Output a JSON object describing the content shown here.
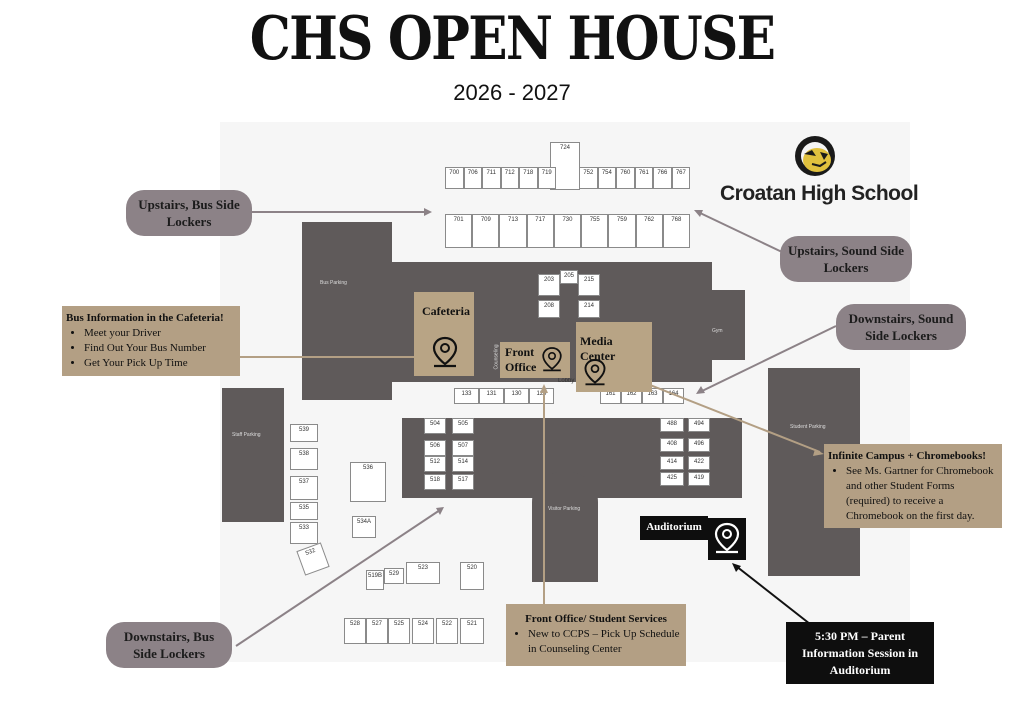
{
  "header": {
    "title": "CHS OPEN HOUSE",
    "years": "2026 - 2027"
  },
  "logo": {
    "name": "Croatan High School"
  },
  "callouts": {
    "upstairs_bus": "Upstairs, Bus Side Lockers",
    "upstairs_sound": "Upstairs, Sound Side Lockers",
    "downstairs_sound": "Downstairs, Sound Side Lockers",
    "downstairs_bus": "Downstairs, Bus Side Lockers"
  },
  "bus_info": {
    "heading": "Bus Information in the Cafeteria!",
    "items": [
      "Meet your Driver",
      "Find Out Your Bus Number",
      "Get Your Pick Up Time"
    ]
  },
  "locations": {
    "cafeteria": "Cafeteria",
    "front_office": "Front Office",
    "media_center": "Media Center",
    "auditorium": "Auditorium",
    "lobby": "Lobby"
  },
  "infinite_campus": {
    "heading": "Infinite Campus + Chromebooks!",
    "items": [
      "See Ms. Gartner for Chromebook and other Student Forms (required) to receive a Chromebook on the first day."
    ]
  },
  "front_office_services": {
    "heading": "Front Office/ Student Services",
    "items": [
      "New to CCPS – Pick Up Schedule in Counseling Center"
    ]
  },
  "parent_session": {
    "text": "5:30 PM – Parent Information Session in Auditorium"
  },
  "map_rooms": {
    "upper_top": [
      "700",
      "706",
      "711",
      "712",
      "718",
      "719",
      "752",
      "754",
      "760",
      "761",
      "766",
      "767"
    ],
    "upper_bottom": [
      "701",
      "709",
      "713",
      "717",
      "730",
      "755",
      "759",
      "762",
      "768"
    ],
    "top_center": "724",
    "center": [
      "203",
      "205",
      "215",
      "208",
      "214"
    ],
    "hall_100": [
      "133",
      "131",
      "130",
      "129",
      "161",
      "162",
      "163",
      "164"
    ],
    "wing_500_left": [
      "504",
      "505",
      "506",
      "507",
      "512",
      "514",
      "518",
      "517"
    ],
    "wing_400": [
      "494",
      "488",
      "496",
      "408",
      "422",
      "414",
      "425",
      "419"
    ],
    "wing_500_curve": [
      "539",
      "538",
      "537",
      "535",
      "533",
      "532",
      "536",
      "534A",
      "523",
      "529",
      "520",
      "519B",
      "528",
      "527",
      "525",
      "524",
      "522",
      "521"
    ],
    "areas": {
      "bus_parking": "Bus Parking",
      "student_parking": "Student Parking",
      "staff_parking": "Staff Parking",
      "visitor_parking": "Visitor Parking",
      "gym": "Gym",
      "counseling": "Counseling"
    }
  }
}
